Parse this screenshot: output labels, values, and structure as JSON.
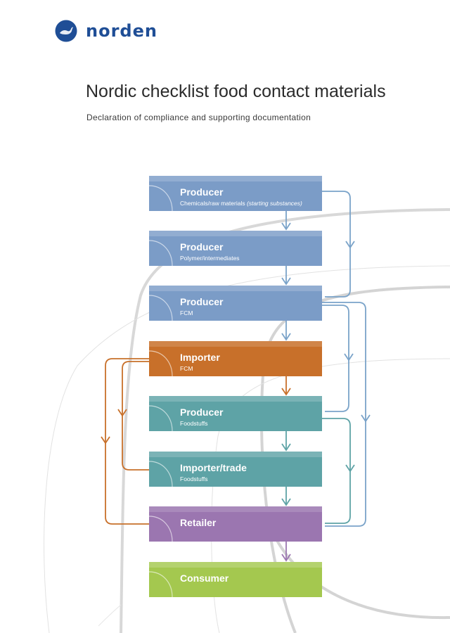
{
  "brand": {
    "name": "norden",
    "logo_icon": "swan-icon",
    "color": "#1f4e96"
  },
  "title": "Nordic checklist food contact materials",
  "subtitle": "Declaration of compliance and supporting documentation",
  "boxes": [
    {
      "name": "Producer",
      "sub_prefix": "Chemicals/raw materials ",
      "sub_italic": "(starting substances)",
      "color": "#7b9cc7"
    },
    {
      "name": "Producer",
      "sub_prefix": "Polymer/intermediates",
      "sub_italic": "",
      "color": "#7b9cc7"
    },
    {
      "name": "Producer",
      "sub_prefix": "FCM",
      "sub_italic": "",
      "color": "#7b9cc7"
    },
    {
      "name": "Importer",
      "sub_prefix": "FCM",
      "sub_italic": "",
      "color": "#c8702a"
    },
    {
      "name": "Producer",
      "sub_prefix": "Foodstuffs",
      "sub_italic": "",
      "color": "#5ea3a6"
    },
    {
      "name": "Importer/trade",
      "sub_prefix": "Foodstuffs",
      "sub_italic": "",
      "color": "#5ea3a6"
    },
    {
      "name": "Retailer",
      "sub_prefix": "",
      "sub_italic": "",
      "color": "#9b76b0"
    },
    {
      "name": "Consumer",
      "sub_prefix": "",
      "sub_italic": "",
      "color": "#a4c84f"
    }
  ],
  "arrow_colors": {
    "blue": "#7aa3c9",
    "orange": "#c8702a",
    "teal": "#5ea3a6",
    "purple": "#9b76b0"
  }
}
